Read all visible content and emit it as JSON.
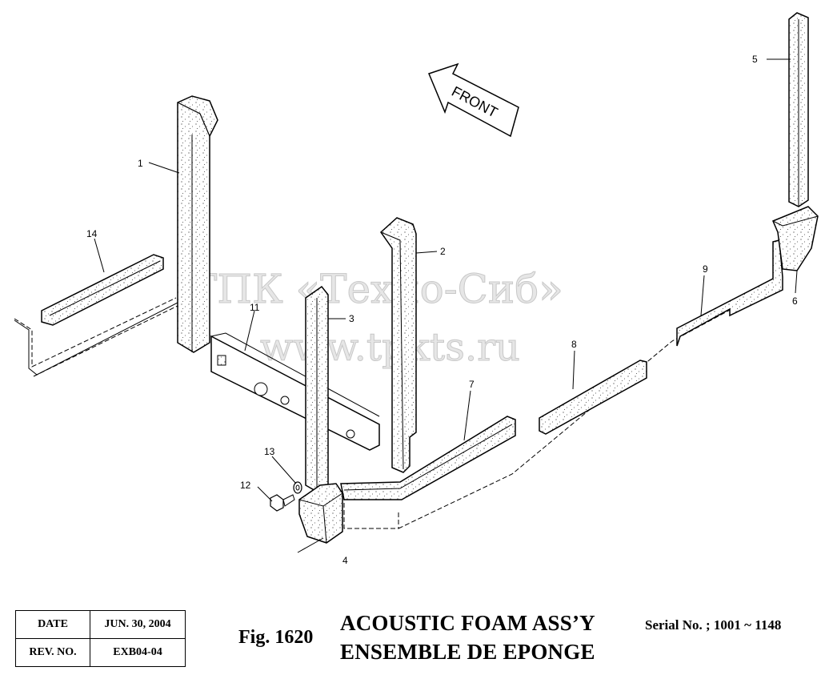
{
  "watermark": {
    "line1": "ТПК «Техно-Сиб»",
    "line2": "www.tpkts.ru"
  },
  "front_label": "FRONT",
  "callouts": [
    "1",
    "2",
    "3",
    "4",
    "5",
    "6",
    "7",
    "8",
    "9",
    "11",
    "12",
    "13",
    "14"
  ],
  "title_block": {
    "date_label": "DATE",
    "date_value": "JUN. 30, 2004",
    "rev_label": "REV. NO.",
    "rev_value": "EXB04-04"
  },
  "figure_number": "Fig. 1620",
  "title_en": "ACOUSTIC FOAM ASS’Y",
  "title_fr": "ENSEMBLE DE EPONGE",
  "serial": "Serial No. ; 1001 ~ 1148"
}
